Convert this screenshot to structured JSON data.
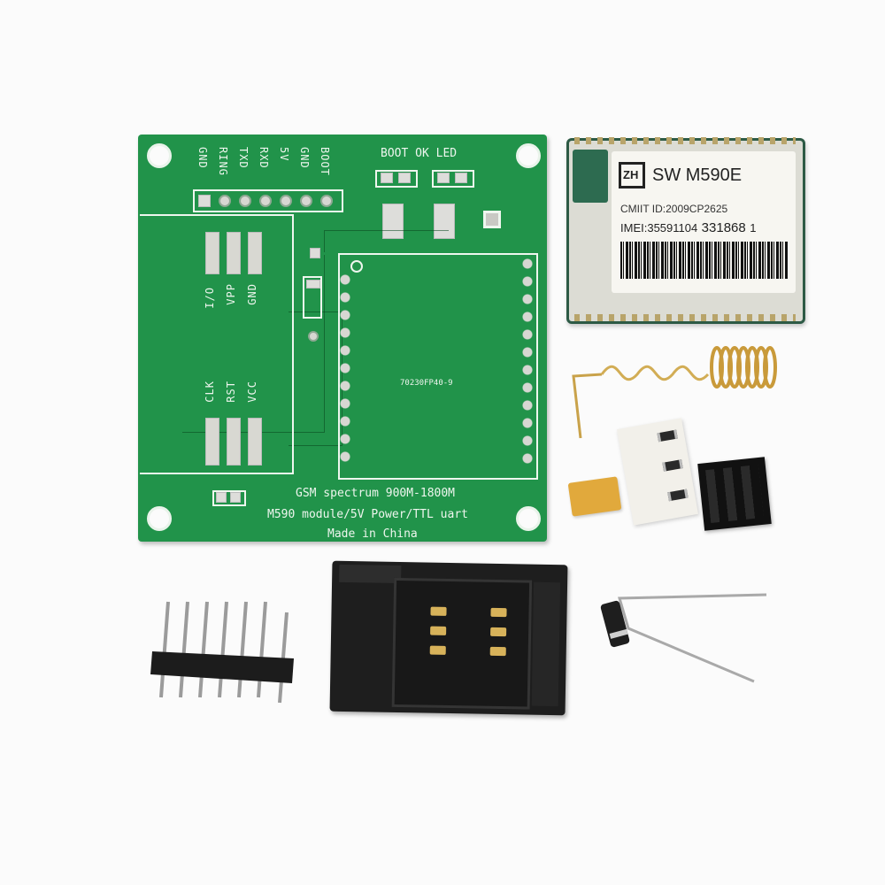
{
  "pcb": {
    "header_labels": [
      "GND",
      "RING",
      "TXD",
      "RXD",
      "5V",
      "GND",
      "BOOT"
    ],
    "led_labels": "BOOT OK LED",
    "sim_labels_top": [
      "GND",
      "VPP",
      "I/O"
    ],
    "sim_labels_bottom": [
      "VCC",
      "RST",
      "CLK"
    ],
    "chip_marking": "70230FP40-9",
    "text_line1": "GSM spectrum 900M-1800M",
    "text_line2": "M590 module/5V Power/TTL uart",
    "text_line3": "Made in China"
  },
  "module": {
    "brand": "ZH",
    "model": "SW M590E",
    "cmiit": "CMIIT ID:2009CP2625",
    "imei_prefix": "IMEI:35591104",
    "imei_suffix": "331868",
    "imei_check": "1"
  },
  "colors": {
    "pcb_green": "#21934a",
    "silkscreen": "#eef6ee",
    "background": "#fbfbfb"
  }
}
